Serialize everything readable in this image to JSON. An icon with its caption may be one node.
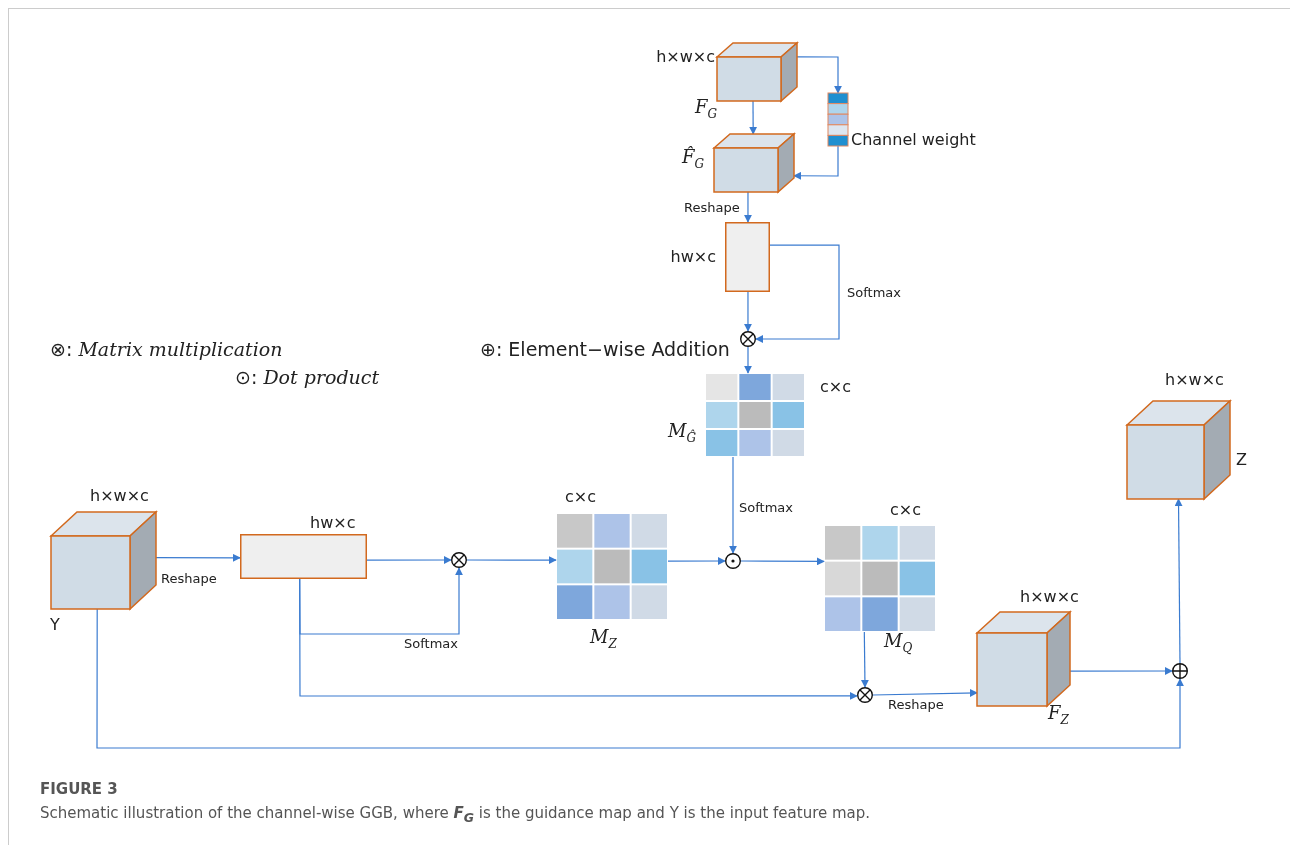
{
  "diagram": {
    "title": "FIGURE 3",
    "caption": "Schematic illustration of the channel-wise GGB, where **F**$_{G}$ is the guidance map and Y is the input feature map.",
    "nodes": [
      {
        "text": [
          "h×w×c",
          "F$_{G}$"
        ]
      },
      {
        "text": [
          "Channel weight"
        ]
      },
      {
        "text": [
          "F̂$_{G}$"
        ]
      },
      {
        "text": [
          "hw×c"
        ]
      },
      {
        "text": [],
        "shape": "circle"
      },
      {
        "text": [
          "c×c",
          "M$_{Ĝ}$"
        ]
      },
      {
        "text": [
          "h×w×c",
          "Y"
        ]
      },
      {
        "text": [
          "hw×c"
        ]
      },
      {
        "text": [],
        "shape": "circle"
      },
      {
        "text": [
          "c×c",
          "M$_{Z}$"
        ]
      },
      {
        "text": [],
        "shape": "circle"
      },
      {
        "text": [
          "c×c",
          "M$_{Q}$"
        ]
      },
      {
        "text": [],
        "shape": "circle"
      },
      {
        "text": [
          "h×w×c",
          "F$_{Z}$"
        ]
      },
      {
        "text": [],
        "shape": "circle"
      },
      {
        "text": [
          "h×w×c",
          "Z"
        ]
      }
    ],
    "edges": [
      {
        "from": 0,
        "to": 1,
        "arrow": "to"
      },
      {
        "from": 0,
        "to": 2,
        "arrow": "to"
      },
      {
        "from": 1,
        "to": 2,
        "arrow": "to"
      },
      {
        "from": 2,
        "to": 3,
        "arrow": "to",
        "label": "Reshape"
      },
      {
        "from": 3,
        "to": 4,
        "arrow": "to"
      },
      {
        "from": 3,
        "to": 4,
        "arrow": "to",
        "label": "Softmax"
      },
      {
        "from": 4,
        "to": 5,
        "arrow": "to"
      },
      {
        "from": 6,
        "to": 7,
        "arrow": "to",
        "label": "Reshape"
      },
      {
        "from": 7,
        "to": 8,
        "arrow": "to"
      },
      {
        "from": 7,
        "to": 8,
        "arrow": "to",
        "label": "Softmax"
      },
      {
        "from": 8,
        "to": 9,
        "arrow": "to"
      },
      {
        "from": 9,
        "to": 10,
        "arrow": "to"
      },
      {
        "from": 5,
        "to": 10,
        "arrow": "to",
        "label": "Softmax"
      },
      {
        "from": 10,
        "to": 11,
        "arrow": "to"
      },
      {
        "from": 11,
        "to": 12,
        "arrow": "to"
      },
      {
        "from": 7,
        "to": 12,
        "arrow": "to"
      },
      {
        "from": 12,
        "to": 13,
        "arrow": "to",
        "label": "Reshape"
      },
      {
        "from": 13,
        "to": 14,
        "arrow": "to"
      },
      {
        "from": 6,
        "to": 14,
        "arrow": "to"
      },
      {
        "from": 14,
        "to": 15,
        "arrow": "to"
      }
    ],
    "labels": [
      "⊗: *Matrix multiplication*",
      "⊕: Element−wise Addition",
      "⊙: *Dot product*"
    ]
  }
}
